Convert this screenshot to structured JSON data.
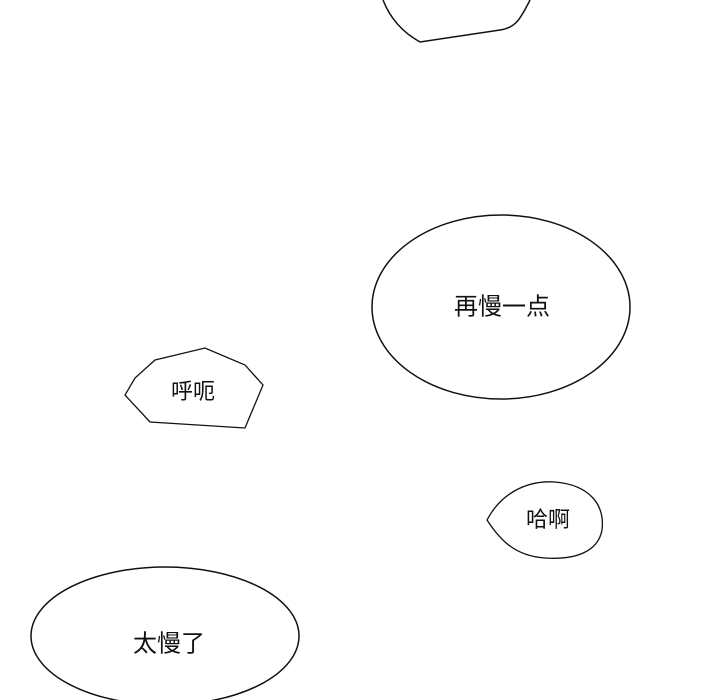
{
  "bubbles": [
    {
      "text": "再慢一点"
    },
    {
      "text": "呼呃"
    },
    {
      "text": "哈啊"
    },
    {
      "text": "太慢了"
    }
  ]
}
